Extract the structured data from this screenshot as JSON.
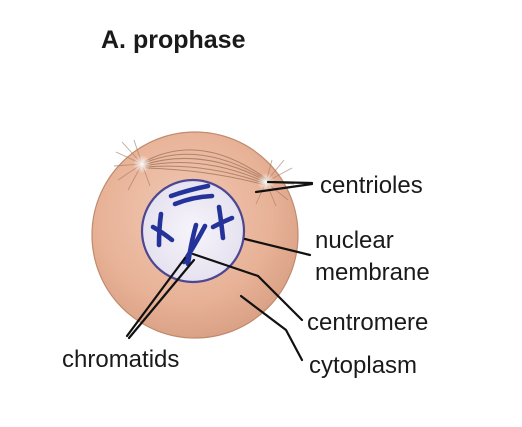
{
  "title": "A. prophase",
  "labels": {
    "centrioles": "centrioles",
    "nuclear_line1": "nuclear",
    "nuclear_line2": "membrane",
    "centromere": "centromere",
    "cytoplasm": "cytoplasm",
    "chromatids": "chromatids"
  },
  "colors": {
    "cytoplasm": "#e7b196",
    "cell_edge": "#c08a6d",
    "nucleus": "#ece9f3",
    "nuclear_membrane": "#4d4792",
    "chromosomes": "#23339a",
    "leader_lines": "#111111"
  }
}
